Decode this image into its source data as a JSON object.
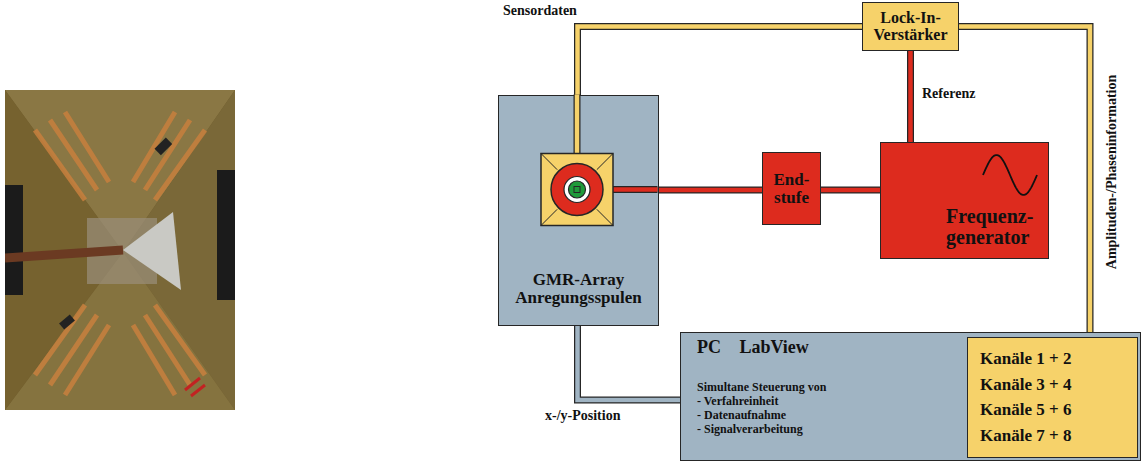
{
  "diagram": {
    "nodes": [
      {
        "text": [
          "Lock-In- Verstärker"
        ]
      },
      {
        "text": [
          "GMR-Array Anregungsspulen"
        ]
      },
      {
        "text": [
          "End- stufe"
        ]
      },
      {
        "text": [
          "Frequenz- generator"
        ]
      },
      {
        "text": [
          "PC LabView",
          "Simultane Steuerung von",
          "- Verfahreinheit",
          "- Datenaufnahme",
          "- Signalverarbeitung"
        ]
      },
      {
        "text": [
          "Kanäle 1 + 2",
          "Kanäle 3 + 4",
          "Kanäle 5 + 6",
          "Kanäle 7 + 8"
        ],
        "in": 4
      }
    ],
    "edges": [
      {
        "from": 1,
        "to": 0,
        "arrow": "none",
        "label": "Sensordaten"
      },
      {
        "from": 3,
        "to": 0,
        "arrow": "none",
        "label": "Referenz"
      },
      {
        "from": 0,
        "to": 5,
        "arrow": "none",
        "label": "Amplituden-/Phaseninformation"
      },
      {
        "from": 3,
        "to": 2,
        "arrow": "none"
      },
      {
        "from": 2,
        "to": 1,
        "arrow": "none"
      },
      {
        "from": 4,
        "to": 1,
        "arrow": "none",
        "label": "x-/y-Position"
      }
    ]
  }
}
